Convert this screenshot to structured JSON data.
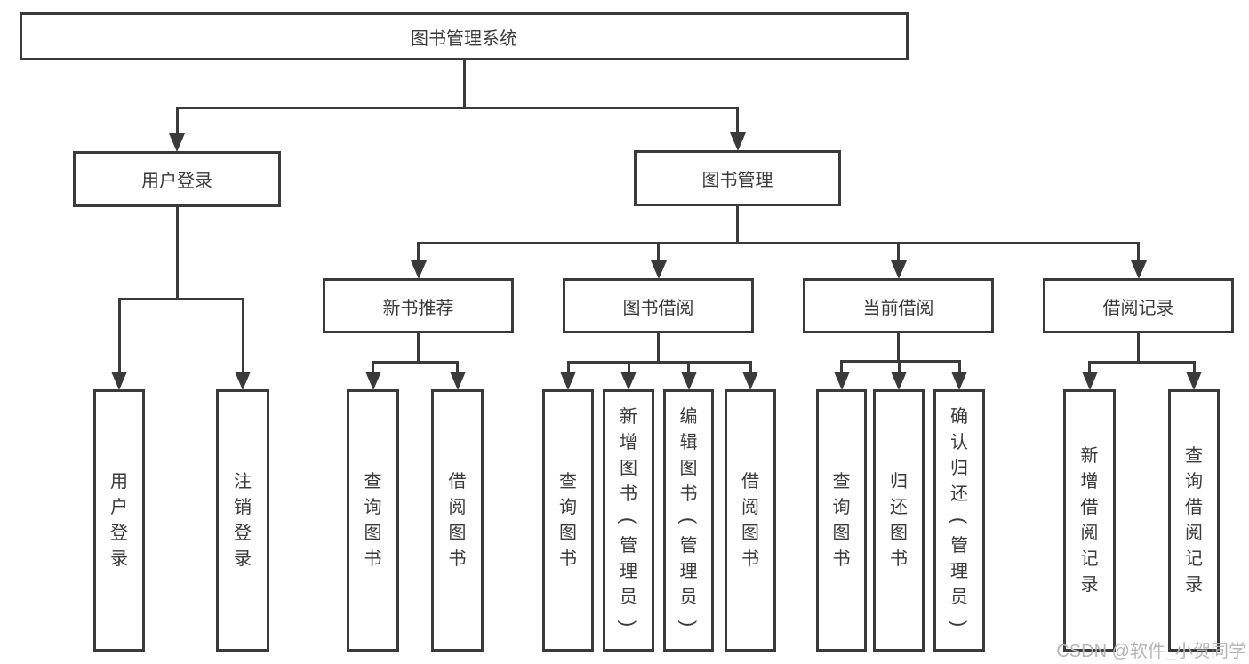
{
  "diagram_title": "图书管理系统",
  "nodes": [
    {
      "id": "root",
      "label": "图书管理系统",
      "parent": null
    },
    {
      "id": "user-login",
      "label": "用户登录",
      "parent": "root"
    },
    {
      "id": "book-mgmt",
      "label": "图书管理",
      "parent": "root"
    },
    {
      "id": "new-rec",
      "label": "新书推荐",
      "parent": "book-mgmt"
    },
    {
      "id": "book-borrow",
      "label": "图书借阅",
      "parent": "book-mgmt"
    },
    {
      "id": "current-borrow",
      "label": "当前借阅",
      "parent": "book-mgmt"
    },
    {
      "id": "borrow-record",
      "label": "借阅记录",
      "parent": "book-mgmt"
    },
    {
      "id": "login",
      "label": "用户登录",
      "parent": "user-login"
    },
    {
      "id": "logout",
      "label": "注销登录",
      "parent": "user-login"
    },
    {
      "id": "nr-query",
      "label": "查询图书",
      "parent": "new-rec"
    },
    {
      "id": "nr-borrow",
      "label": "借阅图书",
      "parent": "new-rec"
    },
    {
      "id": "bb-query",
      "label": "查询图书",
      "parent": "book-borrow"
    },
    {
      "id": "bb-add",
      "label": "新增图书（管理员）",
      "parent": "book-borrow"
    },
    {
      "id": "bb-edit",
      "label": "编辑图书（管理员）",
      "parent": "book-borrow"
    },
    {
      "id": "bb-borrow",
      "label": "借阅图书",
      "parent": "book-borrow"
    },
    {
      "id": "cb-query",
      "label": "查询图书",
      "parent": "current-borrow"
    },
    {
      "id": "cb-return",
      "label": "归还图书",
      "parent": "current-borrow"
    },
    {
      "id": "cb-confirm",
      "label": "确认归还（管理员）",
      "parent": "current-borrow"
    },
    {
      "id": "br-add",
      "label": "新增借阅记录",
      "parent": "borrow-record"
    },
    {
      "id": "br-query",
      "label": "查询借阅记录",
      "parent": "borrow-record"
    }
  ],
  "watermark": {
    "text": "CSDN @软件_小贺同学"
  },
  "colors": {
    "line": "#3a3a3a",
    "text": "#3a3a3a",
    "watermark": "#b5b5b5",
    "background": "#ffffff"
  }
}
